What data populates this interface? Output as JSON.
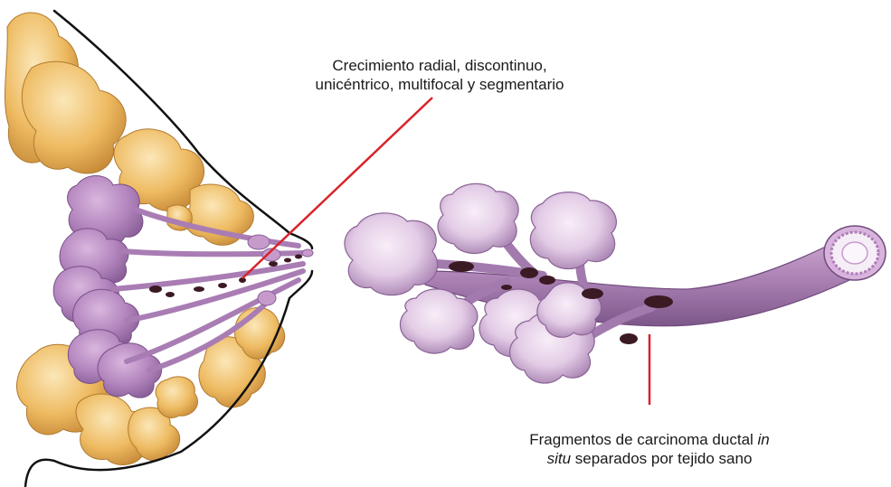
{
  "labels": {
    "growth_line1": "Crecimiento radial, discontinuo,",
    "growth_line2": "unicéntrico, multifocal y segmentario",
    "fragments_pre": "Fragmentos de carcinoma ductal ",
    "fragments_italic1": "in",
    "fragments_italic2": "situ",
    "fragments_post": " separados por tejido sano"
  },
  "colors": {
    "fat": "#e9b45c",
    "fat_light": "#f6d99a",
    "lobule": "#b98cc2",
    "lobule_light": "#e4cde8",
    "duct": "#b38ab9",
    "carcinoma": "#3b1a24",
    "pointer": "#d8232a",
    "outline": "#111111"
  }
}
